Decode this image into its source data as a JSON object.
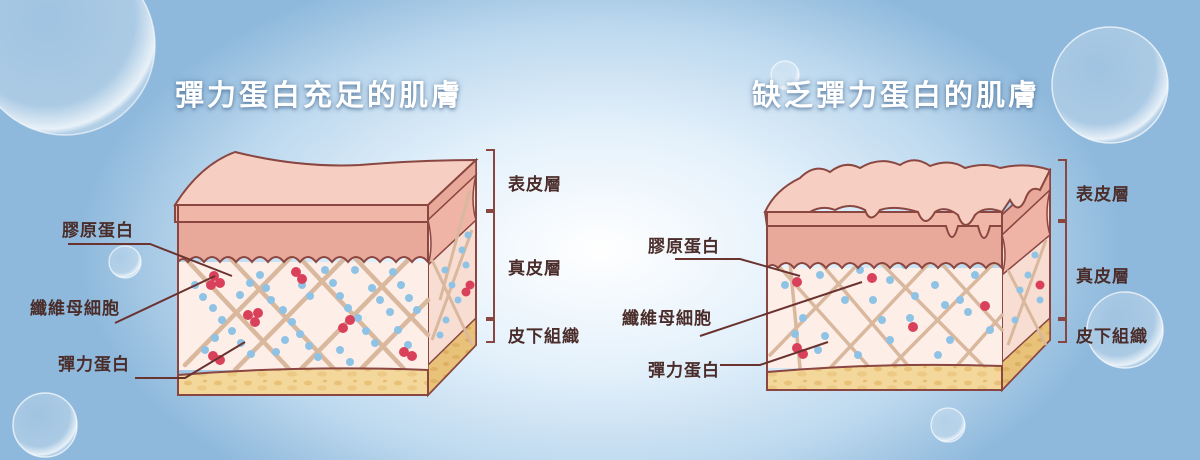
{
  "panels": [
    {
      "title": "彈力蛋白充足的肌膚",
      "layers": {
        "epidermis": "表皮層",
        "dermis": "真皮層",
        "subcutis": "皮下組織"
      },
      "callouts": {
        "collagen": "膠原蛋白",
        "fibroblast": "纖維母細胞",
        "elastin": "彈力蛋白"
      }
    },
    {
      "title": "缺乏彈力蛋白的肌膚",
      "layers": {
        "epidermis": "表皮層",
        "dermis": "真皮層",
        "subcutis": "皮下組織"
      },
      "callouts": {
        "collagen": "膠原蛋白",
        "fibroblast": "纖維母細胞",
        "elastin": "彈力蛋白"
      }
    }
  ],
  "colors": {
    "skin_top": "#f6cfc2",
    "epidermis": "#e8a89a",
    "dermis": "#fdeee8",
    "subcutis": "#f4d79a",
    "outline": "#8a4640",
    "elastin_dot": "#8fc3e6",
    "fibroblast_dot": "#d9415a",
    "collagen_fiber": "#d9b89e"
  }
}
